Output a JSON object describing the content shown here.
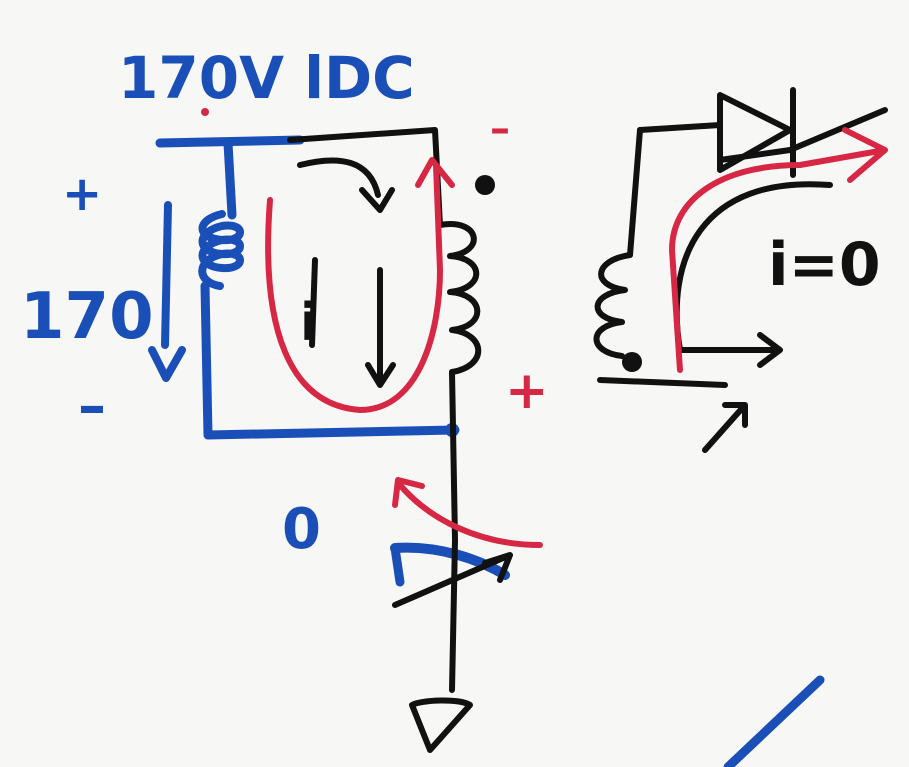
{
  "labels": {
    "supply": "170V lDC",
    "source_plus": "+",
    "source_value": "170",
    "source_minus": "–",
    "winding_top": "–",
    "winding_bottom": "+",
    "ground_level": "0",
    "current_primary": "i",
    "current_secondary": "i=0"
  },
  "colors": {
    "supply_wiring": "#1b4fb8",
    "induced_path": "#d62845",
    "circuit": "#111111"
  }
}
